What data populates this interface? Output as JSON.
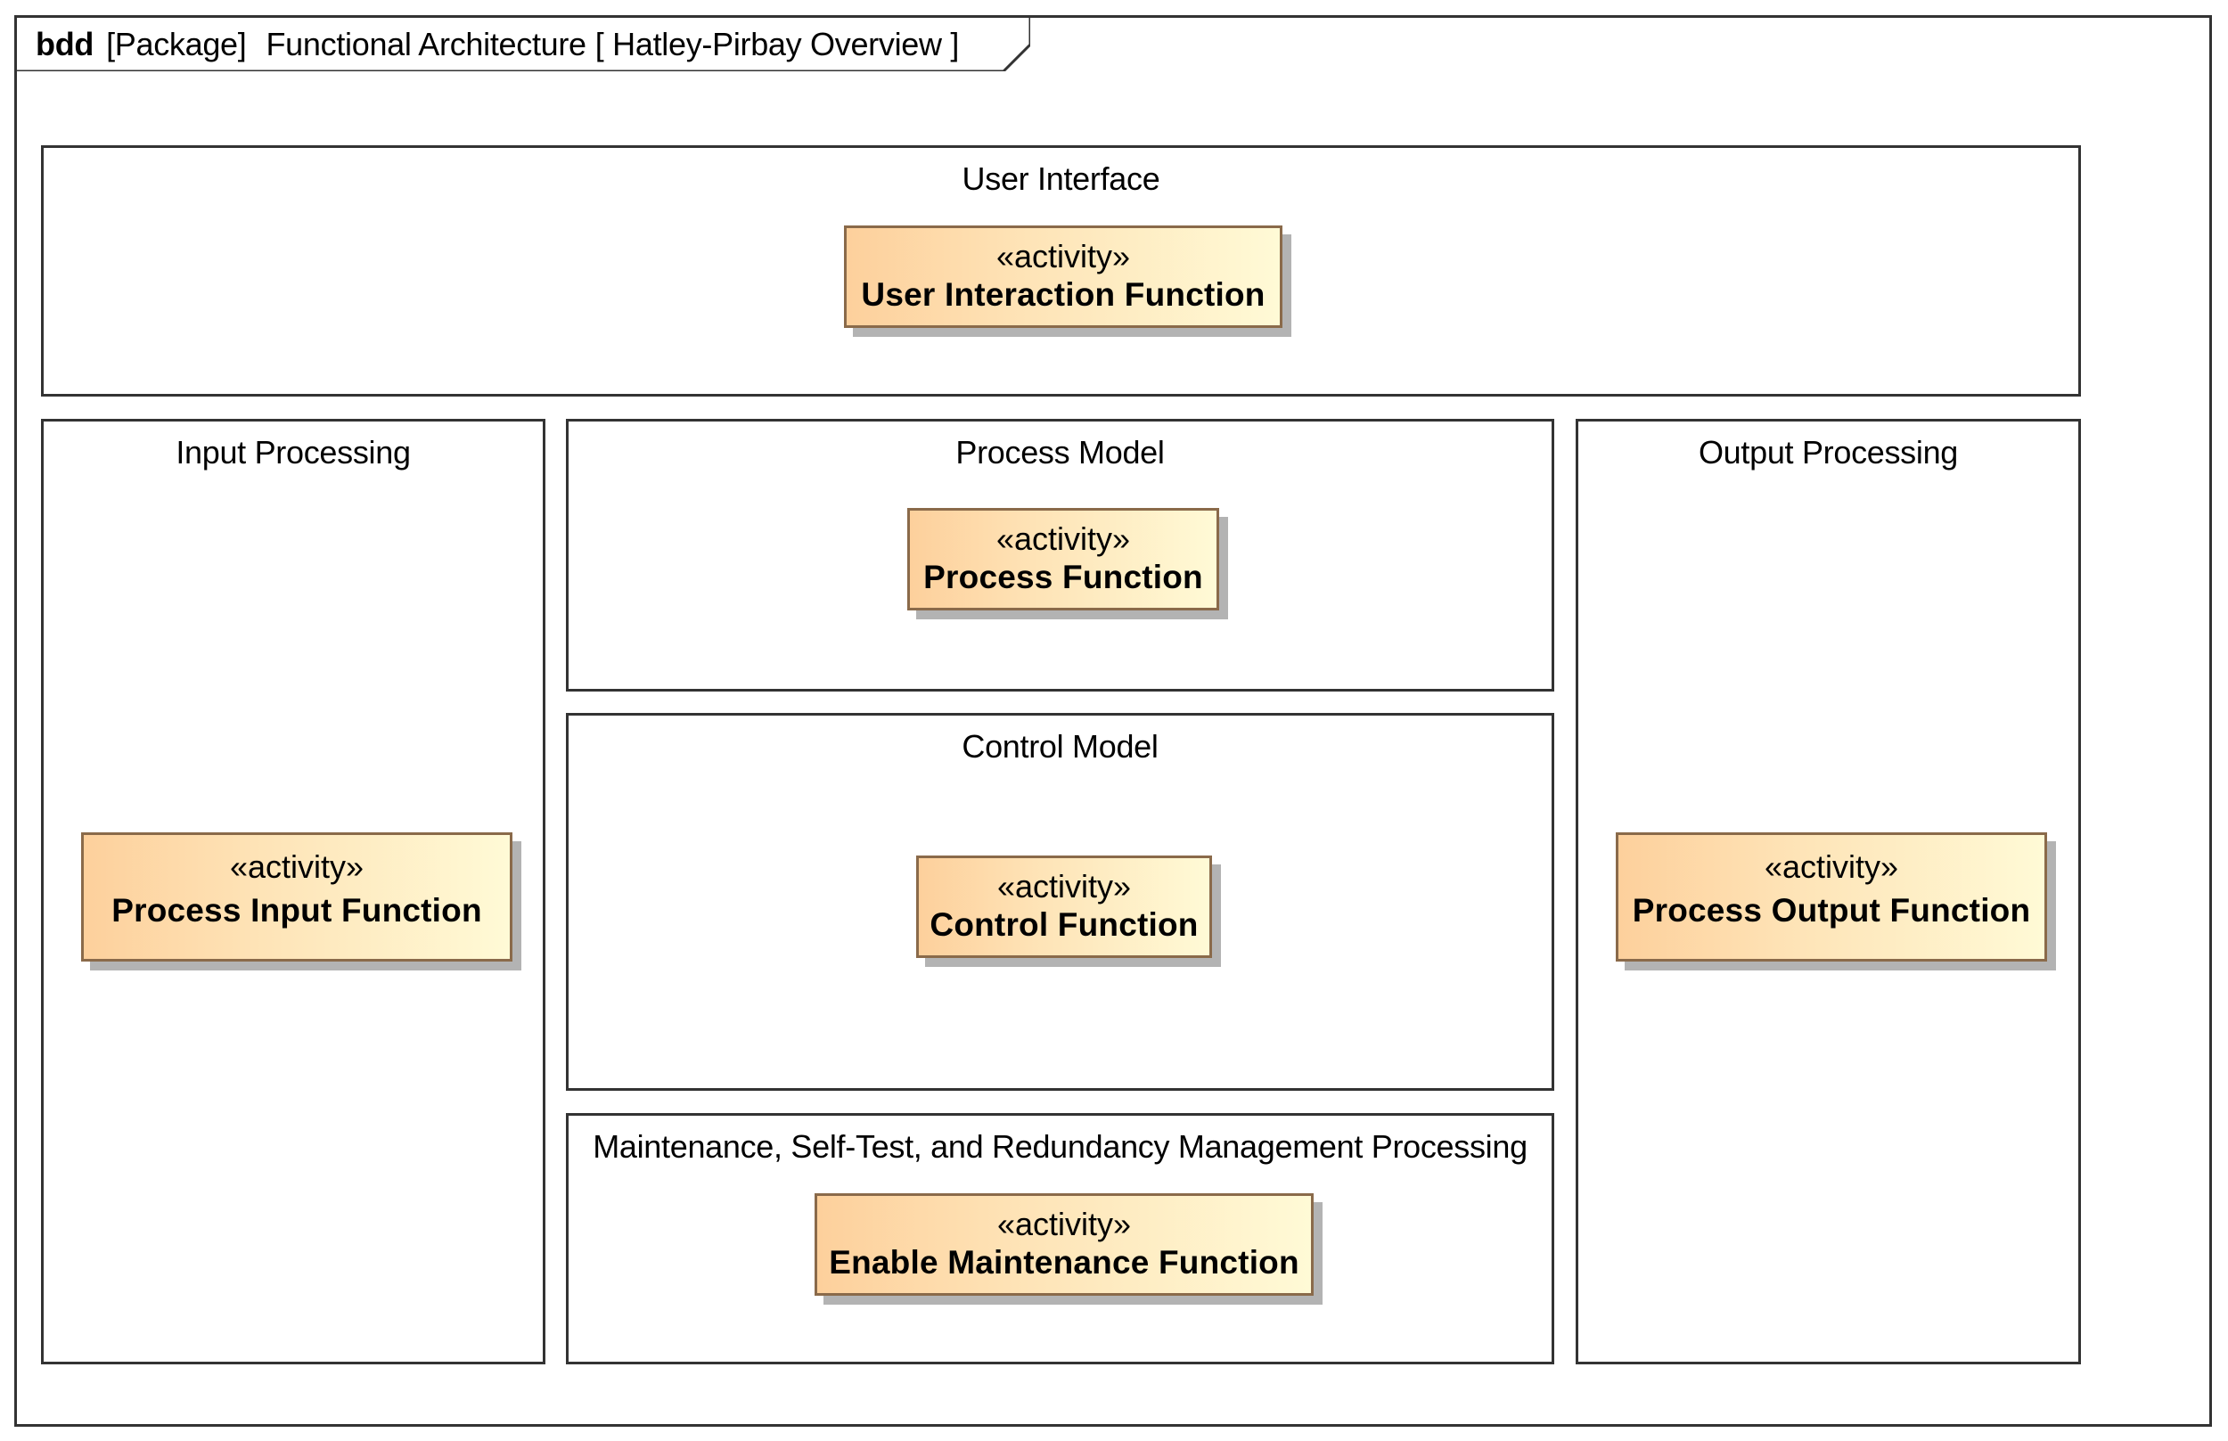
{
  "diagram": {
    "kind": "bdd",
    "element_type": "[Package]",
    "name": "Functional Architecture",
    "view": "[ Hatley-Pirbay Overview  ]"
  },
  "parts": {
    "user_interface": {
      "title": "User Interface",
      "activity": {
        "stereotype": "«activity»",
        "name": "User Interaction Function"
      }
    },
    "input_processing": {
      "title": "Input Processing",
      "activity": {
        "stereotype": "«activity»",
        "name": "Process Input Function"
      }
    },
    "process_model": {
      "title": "Process Model",
      "activity": {
        "stereotype": "«activity»",
        "name": "Process Function"
      }
    },
    "control_model": {
      "title": "Control Model",
      "activity": {
        "stereotype": "«activity»",
        "name": "Control Function"
      }
    },
    "maintenance": {
      "title": "Maintenance, Self-Test, and Redundancy Management Processing",
      "activity": {
        "stereotype": "«activity»",
        "name": "Enable Maintenance Function"
      }
    },
    "output_processing": {
      "title": "Output Processing",
      "activity": {
        "stereotype": "«activity»",
        "name": "Process Output Function"
      }
    }
  },
  "colors": {
    "activity_fill_start": "#fdd09c",
    "activity_fill_end": "#fffad6",
    "activity_border": "#8a6a4a",
    "shadow": "#b3b3b3",
    "frame": "#333333"
  }
}
